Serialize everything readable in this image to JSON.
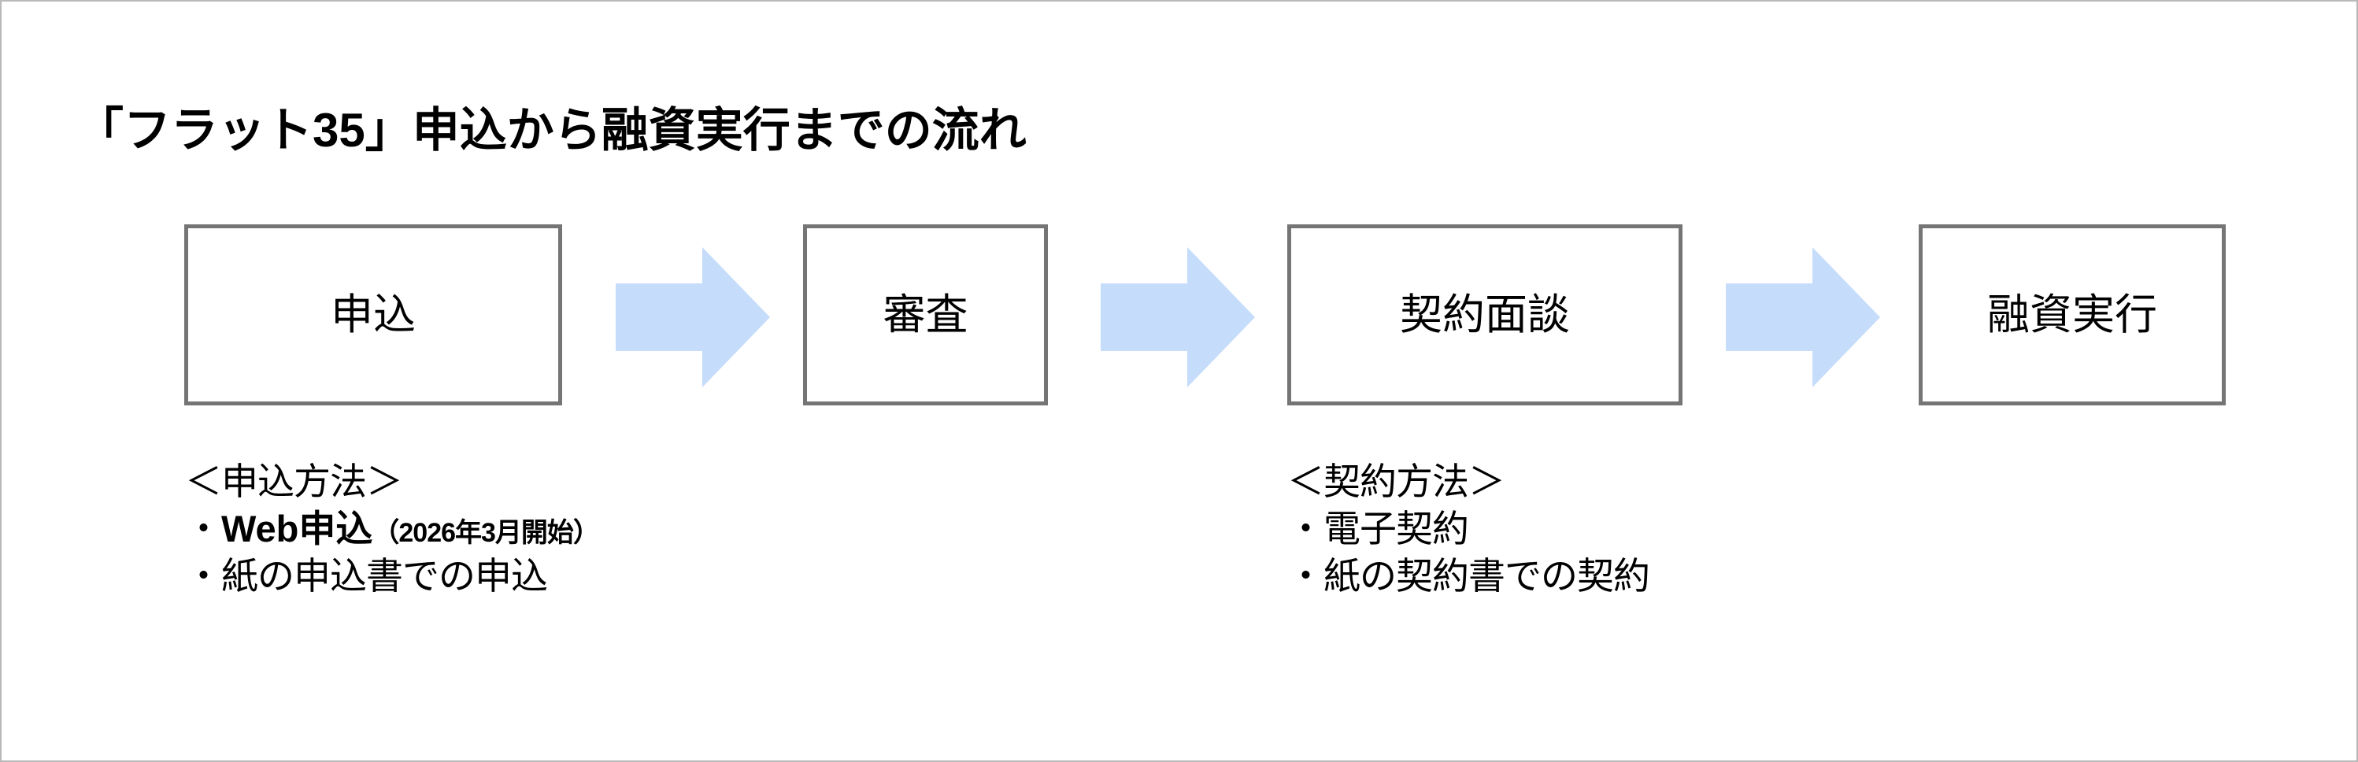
{
  "page": {
    "title": "「フラット35」申込から融資実行までの流れ",
    "border_color": "#b9b9b9",
    "background": "#ffffff"
  },
  "colors": {
    "box_border": "#757575",
    "arrow_fill": "#c5dcfa",
    "text": "#000000"
  },
  "flow": {
    "steps": [
      {
        "id": "application",
        "label": "申込"
      },
      {
        "id": "screening",
        "label": "審査"
      },
      {
        "id": "contract-interview",
        "label": "契約面談"
      },
      {
        "id": "loan-execution",
        "label": "融資実行"
      }
    ],
    "arrows": [
      {
        "id": "arrow-1-2",
        "icon": "right-arrow-icon"
      },
      {
        "id": "arrow-2-3",
        "icon": "right-arrow-icon"
      },
      {
        "id": "arrow-3-4",
        "icon": "right-arrow-icon"
      }
    ]
  },
  "notes": {
    "application": {
      "heading": "＜申込方法＞",
      "items": [
        {
          "bullet": "・",
          "text": "Web申込",
          "emphasis": true,
          "suffix": "（2026年3月開始）"
        },
        {
          "bullet": "・",
          "text": "紙の申込書での申込",
          "emphasis": false,
          "suffix": ""
        }
      ]
    },
    "contract": {
      "heading": "＜契約方法＞",
      "items": [
        {
          "bullet": "・",
          "text": "電子契約",
          "emphasis": false,
          "suffix": ""
        },
        {
          "bullet": "・",
          "text": "紙の契約書での契約",
          "emphasis": false,
          "suffix": ""
        }
      ]
    }
  }
}
